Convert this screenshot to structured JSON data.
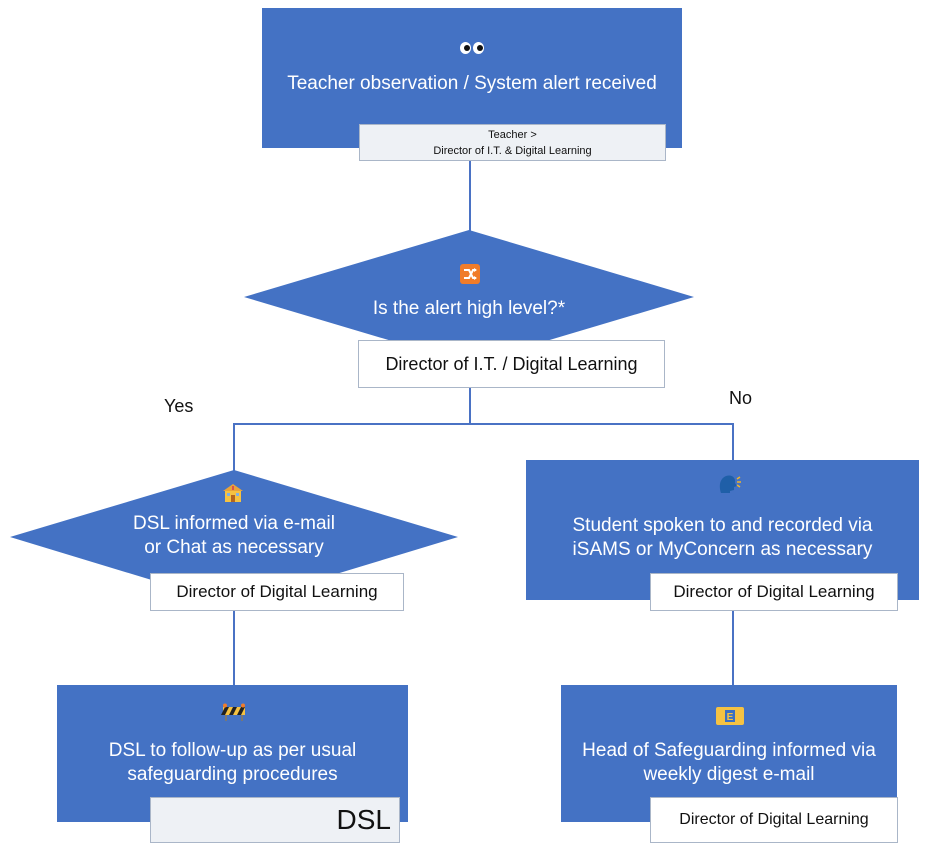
{
  "nodes": {
    "observation": {
      "title": "Teacher observation / System alert received",
      "role": "Teacher >\nDirector of I.T. & Digital Learning",
      "icon": "eyes-icon"
    },
    "decision": {
      "title": "Is the alert high level?*",
      "role": "Director of I.T. / Digital Learning",
      "icon": "shuffle-icon"
    },
    "dsl_informed": {
      "title": "DSL informed via e-mail\nor Chat as necessary",
      "role": "Director of Digital Learning",
      "icon": "school-icon"
    },
    "student_spoken": {
      "title": "Student spoken to and recorded via\niSAMS or MyConcern as necessary",
      "role": "Director of Digital Learning",
      "icon": "speaking-head-icon"
    },
    "dsl_followup": {
      "title": "DSL to follow-up as per usual\nsafeguarding procedures",
      "role": "DSL",
      "icon": "construction-barrier-icon"
    },
    "head_informed": {
      "title": "Head of Safeguarding informed via\nweekly digest e-mail",
      "role": "Director of Digital Learning",
      "icon": "e-mail-icon"
    }
  },
  "branches": {
    "yes": "Yes",
    "no": "No"
  },
  "colors": {
    "node_fill": "#4472c4",
    "connector": "#4a72c4",
    "role_fill": "#ffffff"
  }
}
